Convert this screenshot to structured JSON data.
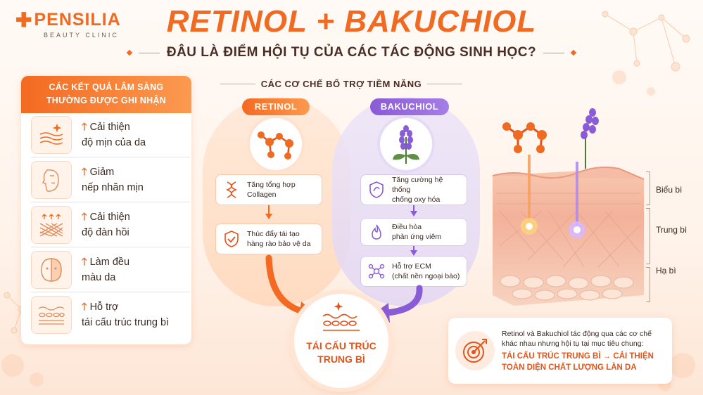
{
  "brand": {
    "name": "PENSILIA",
    "tagline": "BEAUTY CLINIC"
  },
  "header": {
    "title": "RETINOL + BAKUCHIOL",
    "subtitle": "ĐÂU LÀ ĐIỂM HỘI TỤ CỦA CÁC TÁC ĐỘNG SINH HỌC?"
  },
  "clinical": {
    "heading_line1": "CÁC KẾT QUẢ LÂM SÀNG",
    "heading_line2": "THƯỜNG ĐƯỢC GHI NHẬN",
    "items": [
      {
        "line1": "Cải thiện",
        "line2": "độ mịn của da",
        "icon": "skin-smooth-icon"
      },
      {
        "line1": "Giảm",
        "line2": "nếp nhăn mịn",
        "icon": "face-wrinkle-icon"
      },
      {
        "line1": "Cải thiện",
        "line2": "độ đàn hồi",
        "icon": "elastic-mesh-icon"
      },
      {
        "line1": "Làm đều",
        "line2": "màu da",
        "icon": "half-face-icon"
      },
      {
        "line1": "Hỗ trợ",
        "line2": "tái cấu trúc trung bì",
        "icon": "dermis-layer-icon"
      }
    ]
  },
  "mechanisms": {
    "heading": "CÁC CƠ CHẾ BỔ TRỢ TIỀM NĂNG",
    "retinol": {
      "label": "RETINOL",
      "steps": [
        {
          "line1": "Tăng tổng hợp",
          "line2": "Collagen",
          "icon": "dna-icon"
        },
        {
          "line1": "Thúc đẩy tái tạo",
          "line2": "hàng rào bảo vệ da",
          "icon": "shield-check-icon"
        }
      ]
    },
    "bakuchiol": {
      "label": "BAKUCHIOL",
      "steps": [
        {
          "line1": "Tăng cường hệ thống",
          "line2": "chống oxy hóa",
          "icon": "antioxidant-shield-icon"
        },
        {
          "line1": "Điều hòa",
          "line2": "phản ứng viêm",
          "icon": "flame-icon"
        },
        {
          "line1": "Hỗ trợ ECM",
          "line2": "(chất nền ngoại bào)",
          "icon": "network-icon"
        }
      ]
    }
  },
  "result": {
    "line1": "TÁI CẤU TRÚC",
    "line2": "TRUNG BÌ"
  },
  "skin_layers": {
    "epidermis": "Biểu bì",
    "dermis": "Trung bì",
    "hypodermis": "Hạ bì"
  },
  "conclusion": {
    "line1": "Retinol và Bakuchiol tác động qua các cơ chế",
    "line2": "khác nhau nhưng hội tụ tại mục tiêu chung:",
    "highlight1": "TÁI CẤU TRÚC TRUNG BÌ → CẢI THIỆN",
    "highlight2": "TOÀN DIỆN CHẤT LƯỢNG LÀN DA"
  },
  "colors": {
    "orange": "#f06a22",
    "purple": "#8a5bd6",
    "dark": "#4a2e25"
  }
}
